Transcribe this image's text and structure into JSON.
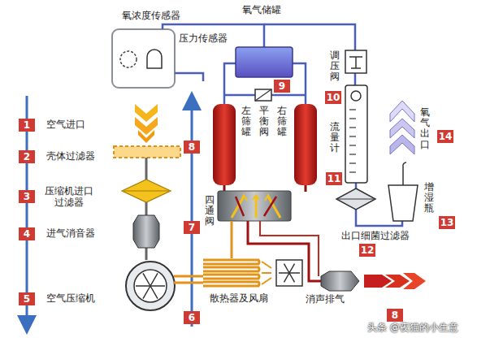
{
  "diagram": {
    "labels": [
      "氧浓度传感器",
      "压力传感器",
      "氧气储罐",
      "调压阀",
      "9",
      "10",
      "左筛罐",
      "平衡阀",
      "右筛罐",
      "流量计",
      "11",
      "氧气出口",
      "14",
      "增湿瓶",
      "13",
      "四通阀",
      "出口细菌过滤器",
      "12",
      "消声排气",
      "8",
      "散热器及风扇",
      "1",
      "空气进口",
      "2",
      "壳体过滤器",
      "3",
      "压缩机进口 过滤器",
      "4",
      "进气消音器",
      "5",
      "空气压缩机",
      "8",
      "7",
      "6",
      "头条 @夜猫的小生意"
    ]
  }
}
